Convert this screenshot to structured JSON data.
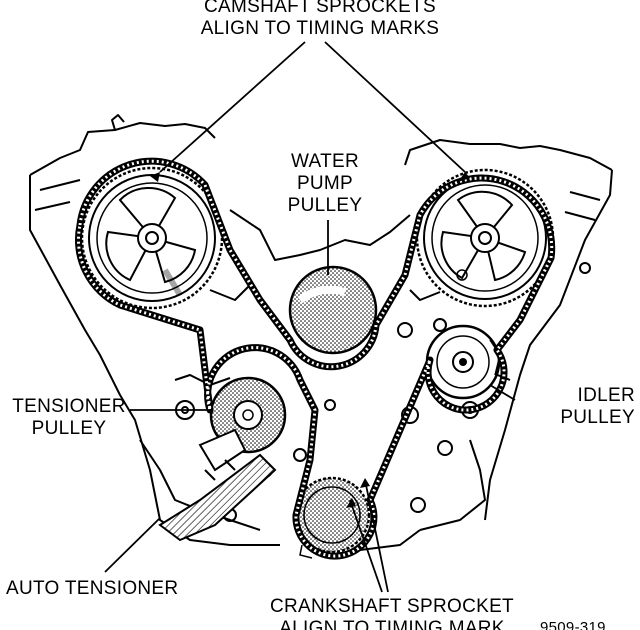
{
  "labels": {
    "camshaft": [
      "CAMSHAFT SPROCKETS",
      "ALIGN TO TIMING MARKS"
    ],
    "water_pump": [
      "WATER",
      "PUMP",
      "PULLEY"
    ],
    "tensioner": [
      "TENSIONER",
      "PULLEY"
    ],
    "idler": [
      "IDLER",
      "PULLEY"
    ],
    "auto_tensioner": "AUTO TENSIONER",
    "crankshaft": [
      "CRANKSHAFT SPROCKET",
      "ALIGN TO TIMING MARK"
    ],
    "figure_code": "9509-319"
  },
  "colors": {
    "ink": "#000000",
    "paper": "#ffffff",
    "shade": "#8a8a8a"
  }
}
